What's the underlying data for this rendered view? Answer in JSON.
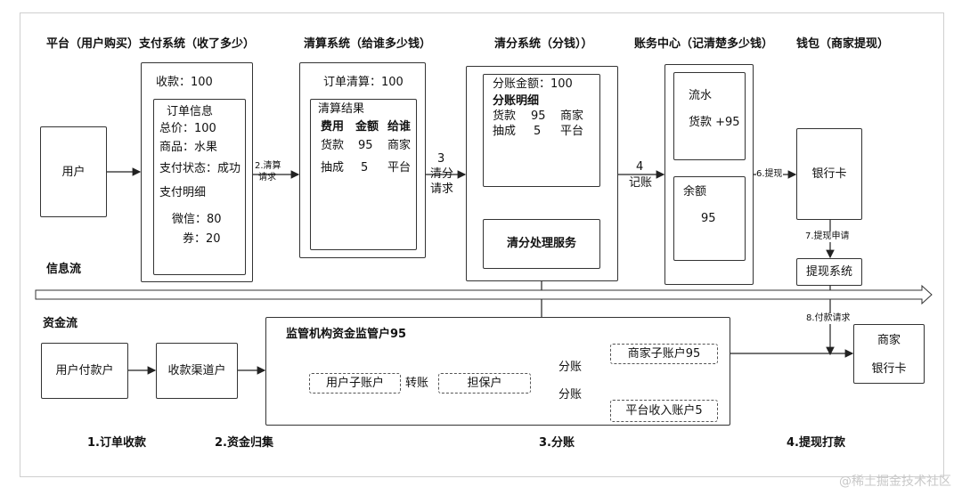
{
  "headers": {
    "platform": "平台（用户购买）支付系统（收了多少）",
    "clearing": "清算系统（给谁多少钱）",
    "settlement": "清分系统（分钱））",
    "account_center": "账务中心（记清楚多少钱）",
    "wallet": "钱包（商家提现）"
  },
  "user": "用户",
  "payment": {
    "received": "收款：100",
    "order_info_title": "订单信息",
    "total": "总价：100",
    "product": "商品：水果",
    "status": "支付状态：成功",
    "detail_title": "支付明细",
    "wechat": "微信：80",
    "coupon": "券：20"
  },
  "clearing": {
    "order_clear": "订单清算：100",
    "result_title": "清算结果",
    "headers": [
      "费用",
      "金额",
      "给谁"
    ],
    "rows": [
      [
        "货款",
        "95",
        "商家"
      ],
      [
        "抽成",
        "5",
        "平台"
      ]
    ]
  },
  "settlement": {
    "amount": "分账金额：100",
    "detail_title": "分账明细",
    "rows": [
      [
        "货款",
        "95",
        "商家"
      ],
      [
        "抽成",
        "5",
        "平台"
      ]
    ],
    "service": "清分处理服务"
  },
  "account": {
    "flow_title": "流水",
    "flow_value": "货款  +95",
    "balance_title": "余额",
    "balance_value": "95"
  },
  "wallet": {
    "bank_card": "银行卡",
    "withdraw_system": "提现系统"
  },
  "arrows": {
    "a2_line1": "2.清算",
    "a2_line2": "请求",
    "a3_line1": "3",
    "a3_line2": "清分",
    "a3_line3": "请求",
    "a4_line1": "4",
    "a4_line2": "记账",
    "a6": "6.提现",
    "a7": "7.提现申请",
    "a8": "8.付款请求",
    "transfer": "转账",
    "split1": "分账",
    "split2": "分账"
  },
  "flows": {
    "info": "信息流",
    "fund": "资金流"
  },
  "fund": {
    "user_payment_account": "用户付款户",
    "collection_account": "收款渠道户",
    "regulator_title": "监管机构资金监管户95",
    "user_sub_account": "用户子账户",
    "escrow": "担保户",
    "merchant_sub_account": "商家子账户95",
    "platform_income_account": "平台收入账户5",
    "merchant_bank_line1": "商家",
    "merchant_bank_line2": "银行卡"
  },
  "steps": [
    "1.订单收款",
    "2.资金归集",
    "3.分账",
    "4.提现打款"
  ],
  "watermark": "@稀土掘金技术社区"
}
